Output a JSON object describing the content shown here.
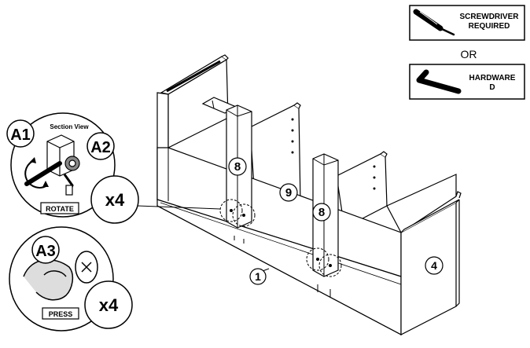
{
  "legend": {
    "screwdriver_line1": "SCREWDRIVER",
    "screwdriver_line2": "REQUIRED",
    "or": "OR",
    "hardware_line1": "HARDWARE",
    "hardware_line2": "D"
  },
  "detail_a": {
    "callout_a1": "A1",
    "callout_a2": "A2",
    "section_view": "Section View",
    "rotate": "ROTATE",
    "quantity": "x4"
  },
  "detail_b": {
    "callout_a3": "A3",
    "press": "PRESS",
    "quantity": "x4"
  },
  "parts": {
    "panel_8_left": "8",
    "panel_8_right": "8",
    "panel_9": "9",
    "panel_4": "4",
    "panel_1": "1"
  }
}
